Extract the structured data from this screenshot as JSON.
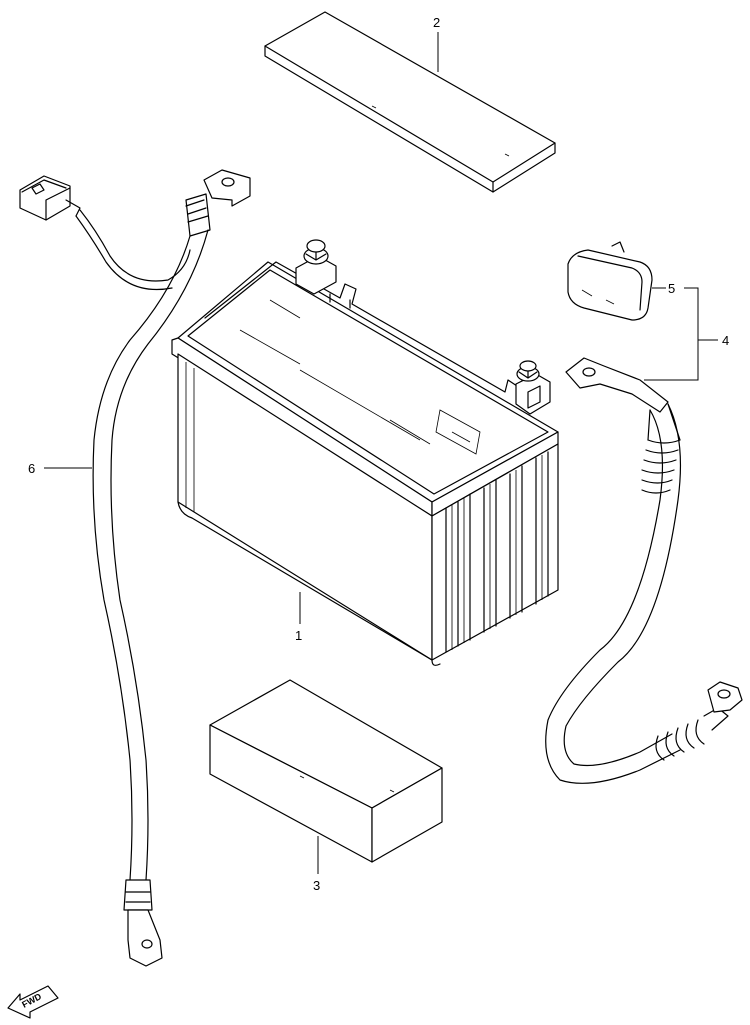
{
  "diagram": {
    "callouts": {
      "battery": "1",
      "plate": "2",
      "box": "3",
      "cable_set": "4",
      "cap": "5",
      "harness": "6"
    },
    "direction_badge": "FWD"
  }
}
